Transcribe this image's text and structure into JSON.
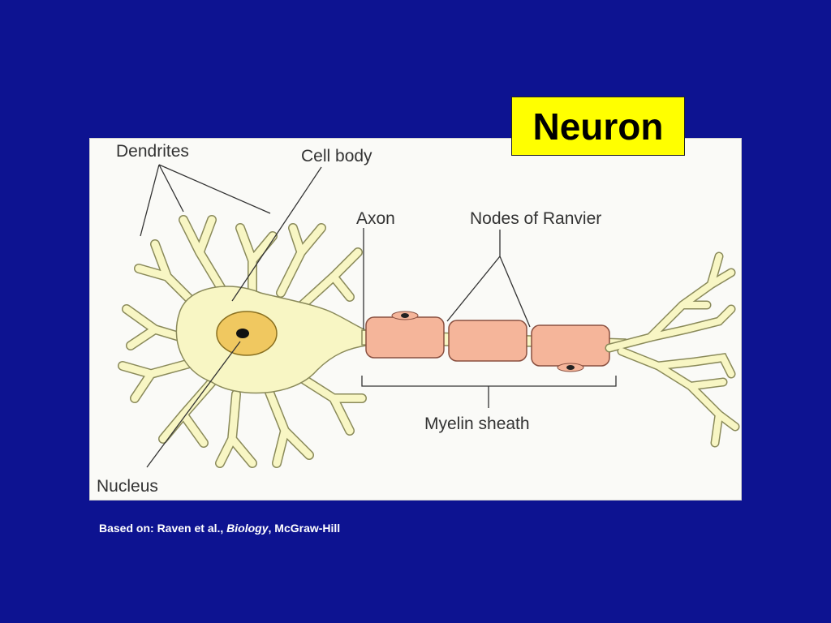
{
  "title": "Neuron",
  "labels": {
    "dendrites": "Dendrites",
    "cell_body": "Cell body",
    "axon": "Axon",
    "nodes_of_ranvier": "Nodes of Ranvier",
    "myelin_sheath": "Myelin sheath",
    "nucleus": "Nucleus"
  },
  "credit": {
    "prefix": "Based on:  Raven et al., ",
    "book": "Biology",
    "suffix": ", McGraw-Hill"
  },
  "colors": {
    "background": "#0d1391",
    "title_box": "#ffff00",
    "cell_fill": "#f8f6c4",
    "cell_stroke": "#8a8a5a",
    "nucleus": "#f0c860",
    "myelin": "#f5b59a",
    "myelin_stroke": "#8a5040"
  }
}
